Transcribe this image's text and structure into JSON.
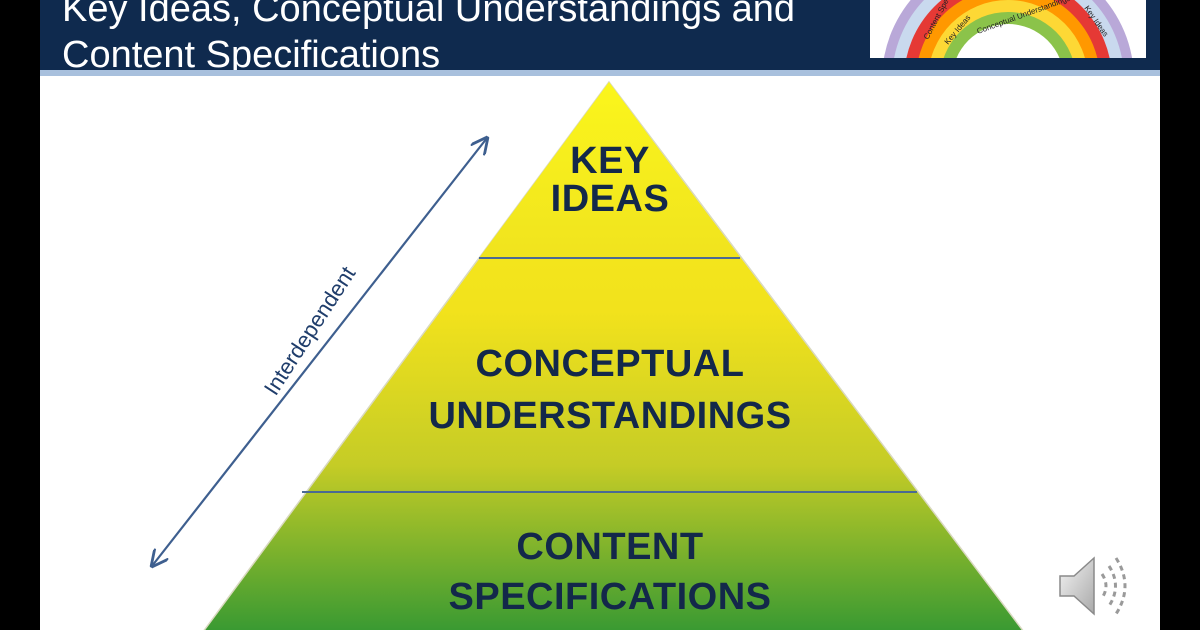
{
  "title": {
    "line1": "Key Ideas, Conceptual Understandings and",
    "line2": "Content Specifications"
  },
  "logo": {
    "arc_labels": [
      "Content Specifications",
      "Key Ideas",
      "Conceptual Understandings",
      "Key Ideas"
    ],
    "colors": [
      "#b9a8d8",
      "#c9d9ee",
      "#e53935",
      "#ff9800",
      "#fdd835",
      "#8bc34a"
    ]
  },
  "pyramid": {
    "layers": [
      {
        "line1": "KEY",
        "line2": "IDEAS"
      },
      {
        "line1": "CONCEPTUAL",
        "line2": "UNDERSTANDINGS"
      },
      {
        "line1": "CONTENT",
        "line2": "SPECIFICATIONS"
      }
    ],
    "top_color": "#f5ee1c",
    "bottom_color": "#3a9a32",
    "text_color": "#13284a"
  },
  "arrow": {
    "label": "Interdependent",
    "color": "#3e5f8f"
  },
  "audio": {
    "icon": "speaker-icon"
  },
  "colors": {
    "title_bar": "#0f2a4e",
    "title_stripe": "#a8c0dd"
  }
}
